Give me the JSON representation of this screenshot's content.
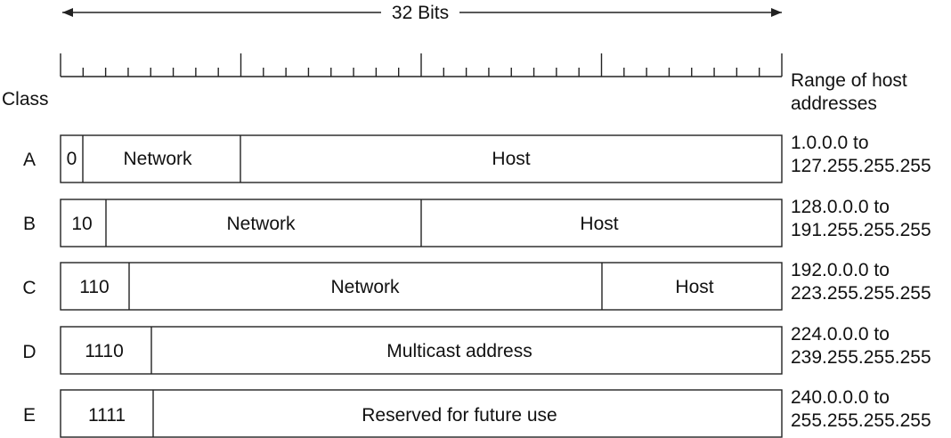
{
  "width_label": "32 Bits",
  "class_header": "Class",
  "range_header": [
    "Range of host",
    "addresses"
  ],
  "rows": [
    {
      "class": "A",
      "fields": [
        "0",
        "Network",
        "Host"
      ],
      "range": [
        "1.0.0.0 to",
        "127.255.255.255"
      ]
    },
    {
      "class": "B",
      "fields": [
        "10",
        "Network",
        "Host"
      ],
      "range": [
        "128.0.0.0 to",
        "191.255.255.255"
      ]
    },
    {
      "class": "C",
      "fields": [
        "110",
        "Network",
        "Host"
      ],
      "range": [
        "192.0.0.0 to",
        "223.255.255.255"
      ]
    },
    {
      "class": "D",
      "fields": [
        "1110",
        "Multicast address"
      ],
      "range": [
        "224.0.0.0 to",
        "239.255.255.255"
      ]
    },
    {
      "class": "E",
      "fields": [
        "1111",
        "Reserved for future use"
      ],
      "range": [
        "240.0.0.0 to",
        "255.255.255.255"
      ]
    }
  ]
}
